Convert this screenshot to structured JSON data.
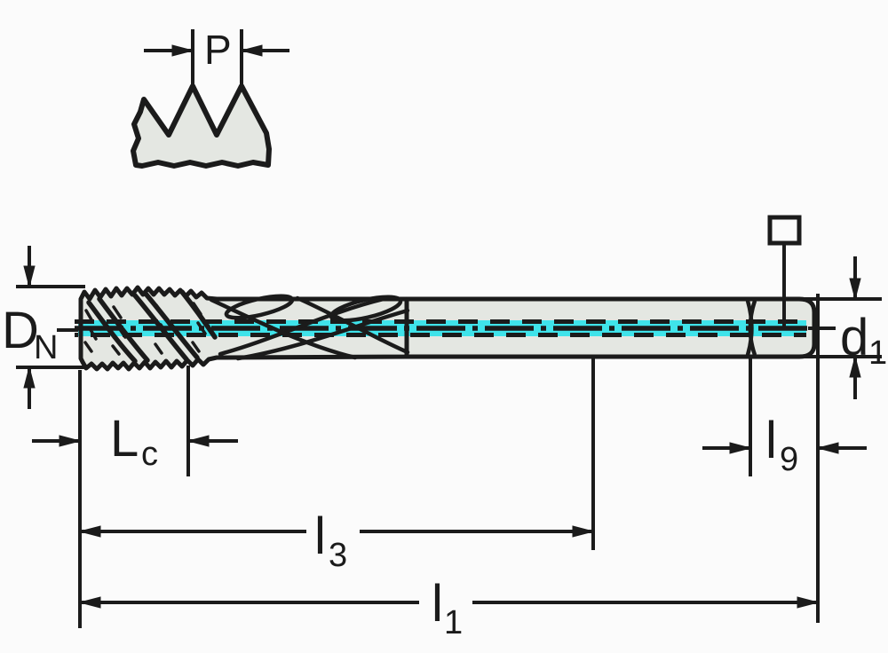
{
  "diagram": {
    "type": "technical-drawing",
    "subject": "tap-dimension-diagram",
    "labels": {
      "pitch": {
        "main": "P",
        "sub": ""
      },
      "nominal_diameter": {
        "main": "D",
        "sub": "N"
      },
      "shank_diameter": {
        "main": "d",
        "sub": "1"
      },
      "chamfer_length": {
        "main": "L",
        "sub": "c"
      },
      "thread_length": {
        "main": "l",
        "sub": "3"
      },
      "overall_length": {
        "main": "l",
        "sub": "1"
      },
      "square_length": {
        "main": "l",
        "sub": "9"
      }
    },
    "icons": {
      "square_drive_symbol": "square-outline"
    },
    "colors": {
      "ink": "#1b1b1b",
      "body_fill": "#e4e7e2",
      "centerline_cyan": "#3fe3ea",
      "background": "#fbfbfb"
    }
  }
}
